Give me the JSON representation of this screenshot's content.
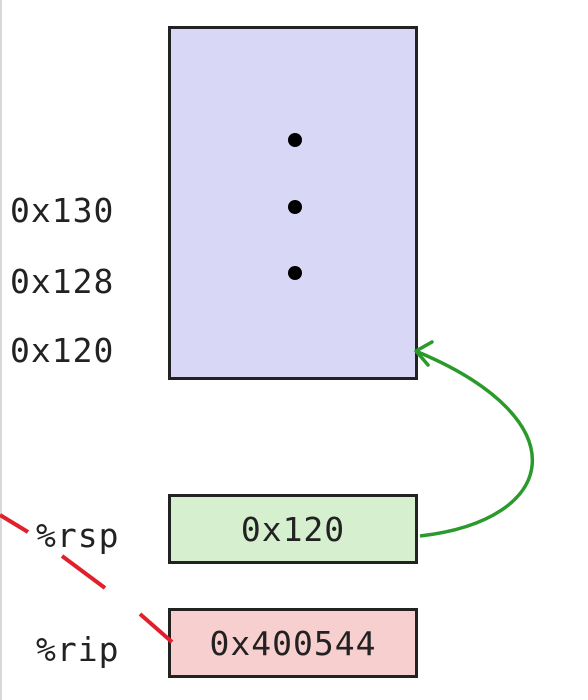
{
  "stack": {
    "addresses": [
      "0x130",
      "0x128",
      "0x120"
    ],
    "continuation": "ellipsis",
    "color": "#d8d8f6"
  },
  "registers": {
    "rsp": {
      "label": "%rsp",
      "value": "0x120",
      "color": "#d6efcf",
      "pointer_color": "#2a9a2a"
    },
    "rip": {
      "label": "%rip",
      "value": "0x400544",
      "color": "#f8cfcf",
      "line_color": "#e0202a"
    }
  }
}
